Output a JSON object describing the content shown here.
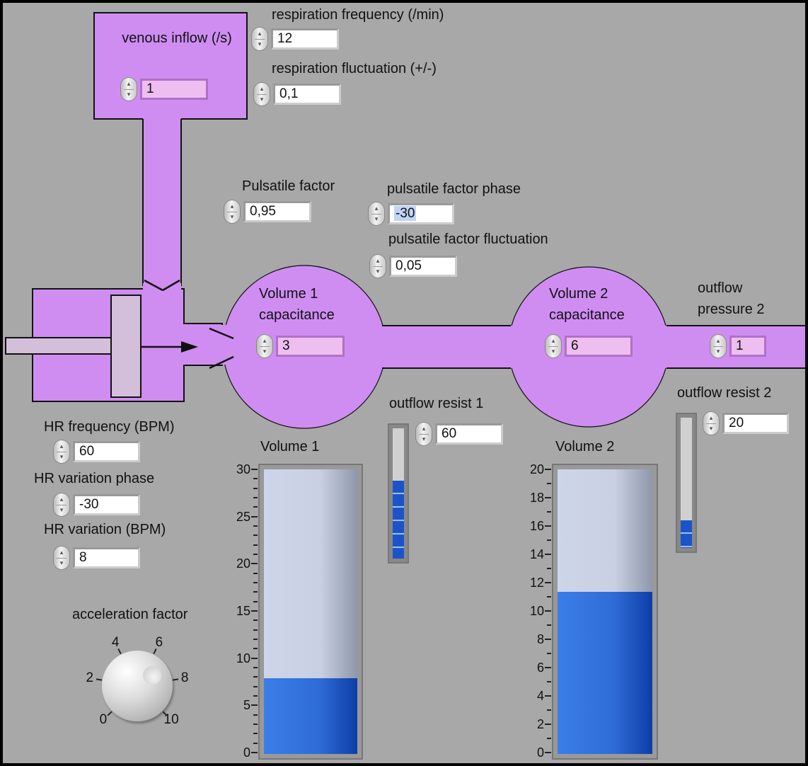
{
  "colors": {
    "panel": "#a8a8a8",
    "fluid": "#cf8df2",
    "tank_fill": "#2f6bd6"
  },
  "venous_inflow": {
    "label": "venous inflow (/s)",
    "value": "1"
  },
  "respiration_frequency": {
    "label": "respiration frequency (/min)",
    "value": "12"
  },
  "respiration_fluctuation": {
    "label": "respiration fluctuation (+/-)",
    "value": "0,1"
  },
  "pulsatile_factor": {
    "label": "Pulsatile factor",
    "value": "0,95"
  },
  "pulsatile_factor_phase": {
    "label": "pulsatile factor phase",
    "value": "-30"
  },
  "pulsatile_factor_fluctuation": {
    "label": "pulsatile factor fluctuation",
    "value": "0,05"
  },
  "volume1_capacitance": {
    "label1": "Volume 1",
    "label2": "capacitance",
    "value": "3"
  },
  "volume2_capacitance": {
    "label1": "Volume 2",
    "label2": "capacitance",
    "value": "6"
  },
  "outflow_pressure2": {
    "label1": "outflow",
    "label2": "pressure 2",
    "value": "1"
  },
  "outflow_resist1": {
    "label": "outflow resist 1",
    "value": "60",
    "slider_fraction": 0.6
  },
  "outflow_resist2": {
    "label": "outflow resist 2",
    "value": "20",
    "slider_fraction": 0.21
  },
  "hr_frequency": {
    "label": "HR frequency (BPM)",
    "value": "60"
  },
  "hr_variation_phase": {
    "label": "HR variation phase",
    "value": "-30"
  },
  "hr_variation": {
    "label": "HR variation (BPM)",
    "value": "8"
  },
  "acceleration_factor": {
    "label": "acceleration factor",
    "ticks": [
      "0",
      "2",
      "4",
      "6",
      "8",
      "10"
    ],
    "value": 7
  },
  "volume1": {
    "label": "Volume 1",
    "max": 30,
    "step": 5,
    "value": 8
  },
  "volume2": {
    "label": "Volume 2",
    "max": 20,
    "step": 2,
    "value": 11.4
  }
}
